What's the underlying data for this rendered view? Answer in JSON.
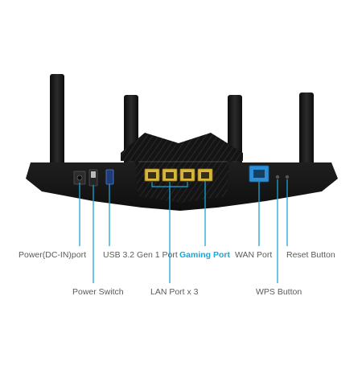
{
  "labels": {
    "power_dc_in": "Power(DC-IN)port",
    "usb": "USB 3.2 Gen 1 Port",
    "gaming_port": "Gaming Port",
    "wan_port": "WAN Port",
    "reset_button": "Reset Button",
    "power_switch": "Power Switch",
    "lan_ports": "LAN Port x 3",
    "wps_button": "WPS Button"
  },
  "colors": {
    "accent": "#1aa6d6",
    "label_text": "#5b5b5b",
    "router_body": "#151515",
    "lan_port": "#d8b53b",
    "wan_port": "#2a8fd6"
  }
}
